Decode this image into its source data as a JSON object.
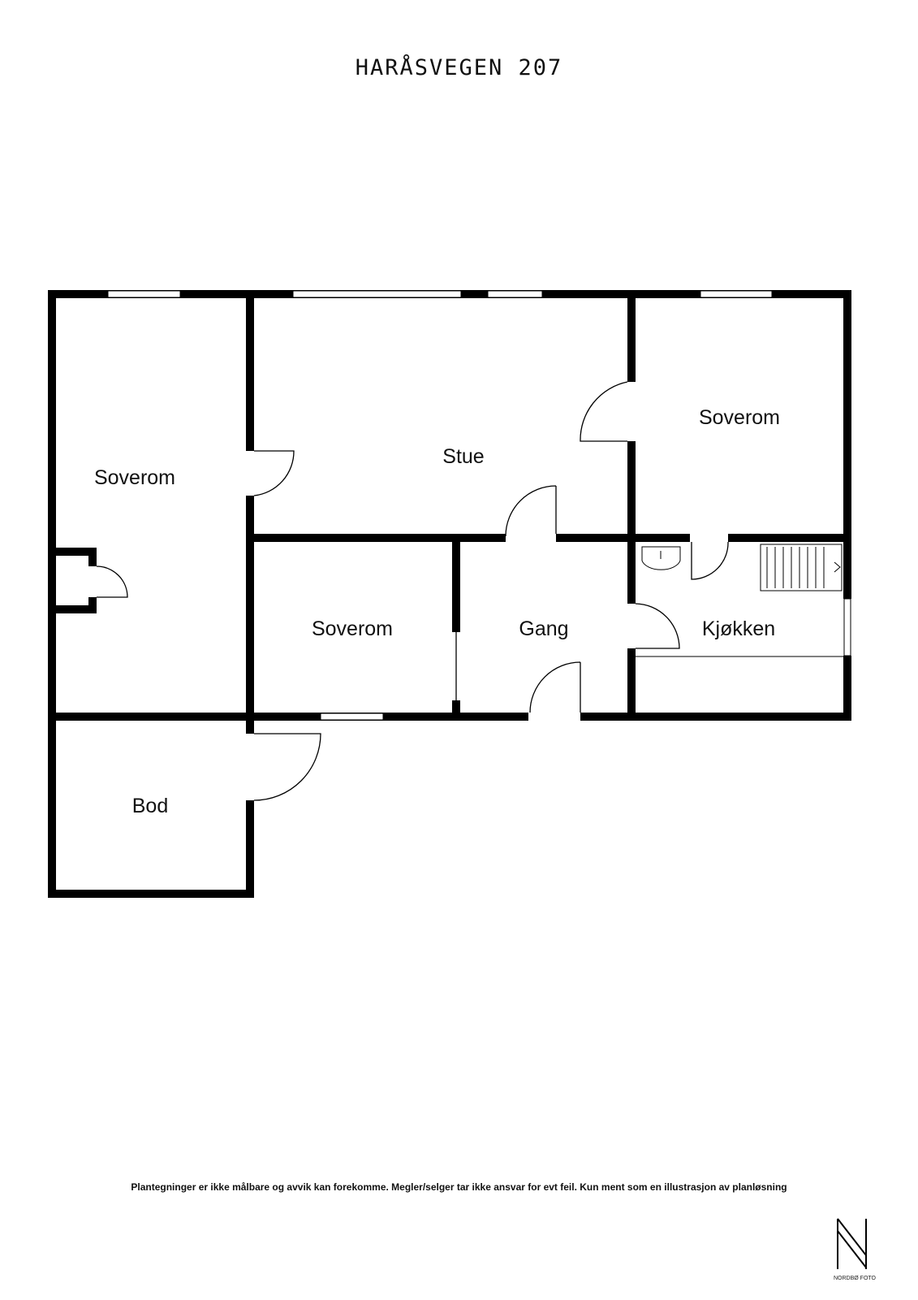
{
  "title": "HARÅSVEGEN 207",
  "rooms": {
    "soverom_left": "Soverom",
    "stue": "Stue",
    "soverom_right": "Soverom",
    "soverom_mid": "Soverom",
    "gang": "Gang",
    "kjokken": "Kjøkken",
    "bod": "Bod"
  },
  "disclaimer": "Plantegninger er ikke målbare og avvik kan forekomme. Megler/selger tar ikke ansvar for evt feil. Kun ment som en illustrasjon av planløsning",
  "logo": {
    "text": "NORDBØ FOTO"
  },
  "colors": {
    "wall": "#000000",
    "background": "#ffffff"
  }
}
